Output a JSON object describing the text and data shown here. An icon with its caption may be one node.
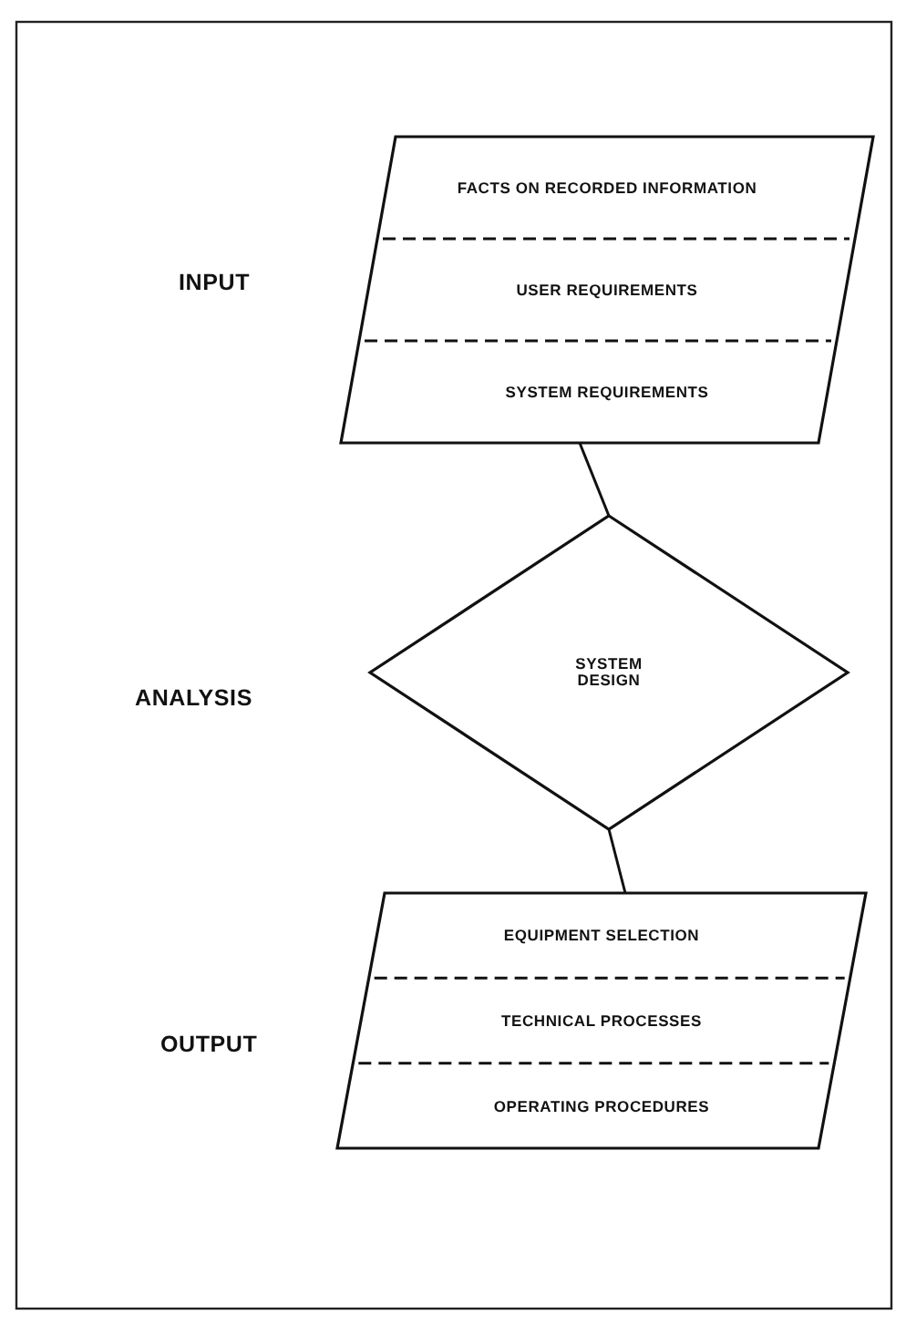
{
  "diagram": {
    "nodes": [
      {
        "text": [
          "FACTS ON RECORDED INFORMATION",
          "USER REQUIREMENTS",
          "SYSTEM REQUIREMENTS"
        ]
      },
      {
        "text": [
          "SYSTEM DESIGN"
        ]
      },
      {
        "text": [
          "EQUIPMENT SELECTION",
          "TECHNICAL PROCESSES",
          "OPERATING PROCEDURES"
        ]
      }
    ],
    "edges": [
      {
        "from": 0,
        "to": 1,
        "arrow": "none"
      },
      {
        "from": 1,
        "to": 2,
        "arrow": "none"
      }
    ],
    "labels": [
      "INPUT",
      "ANALYSIS",
      "OUTPUT"
    ]
  }
}
